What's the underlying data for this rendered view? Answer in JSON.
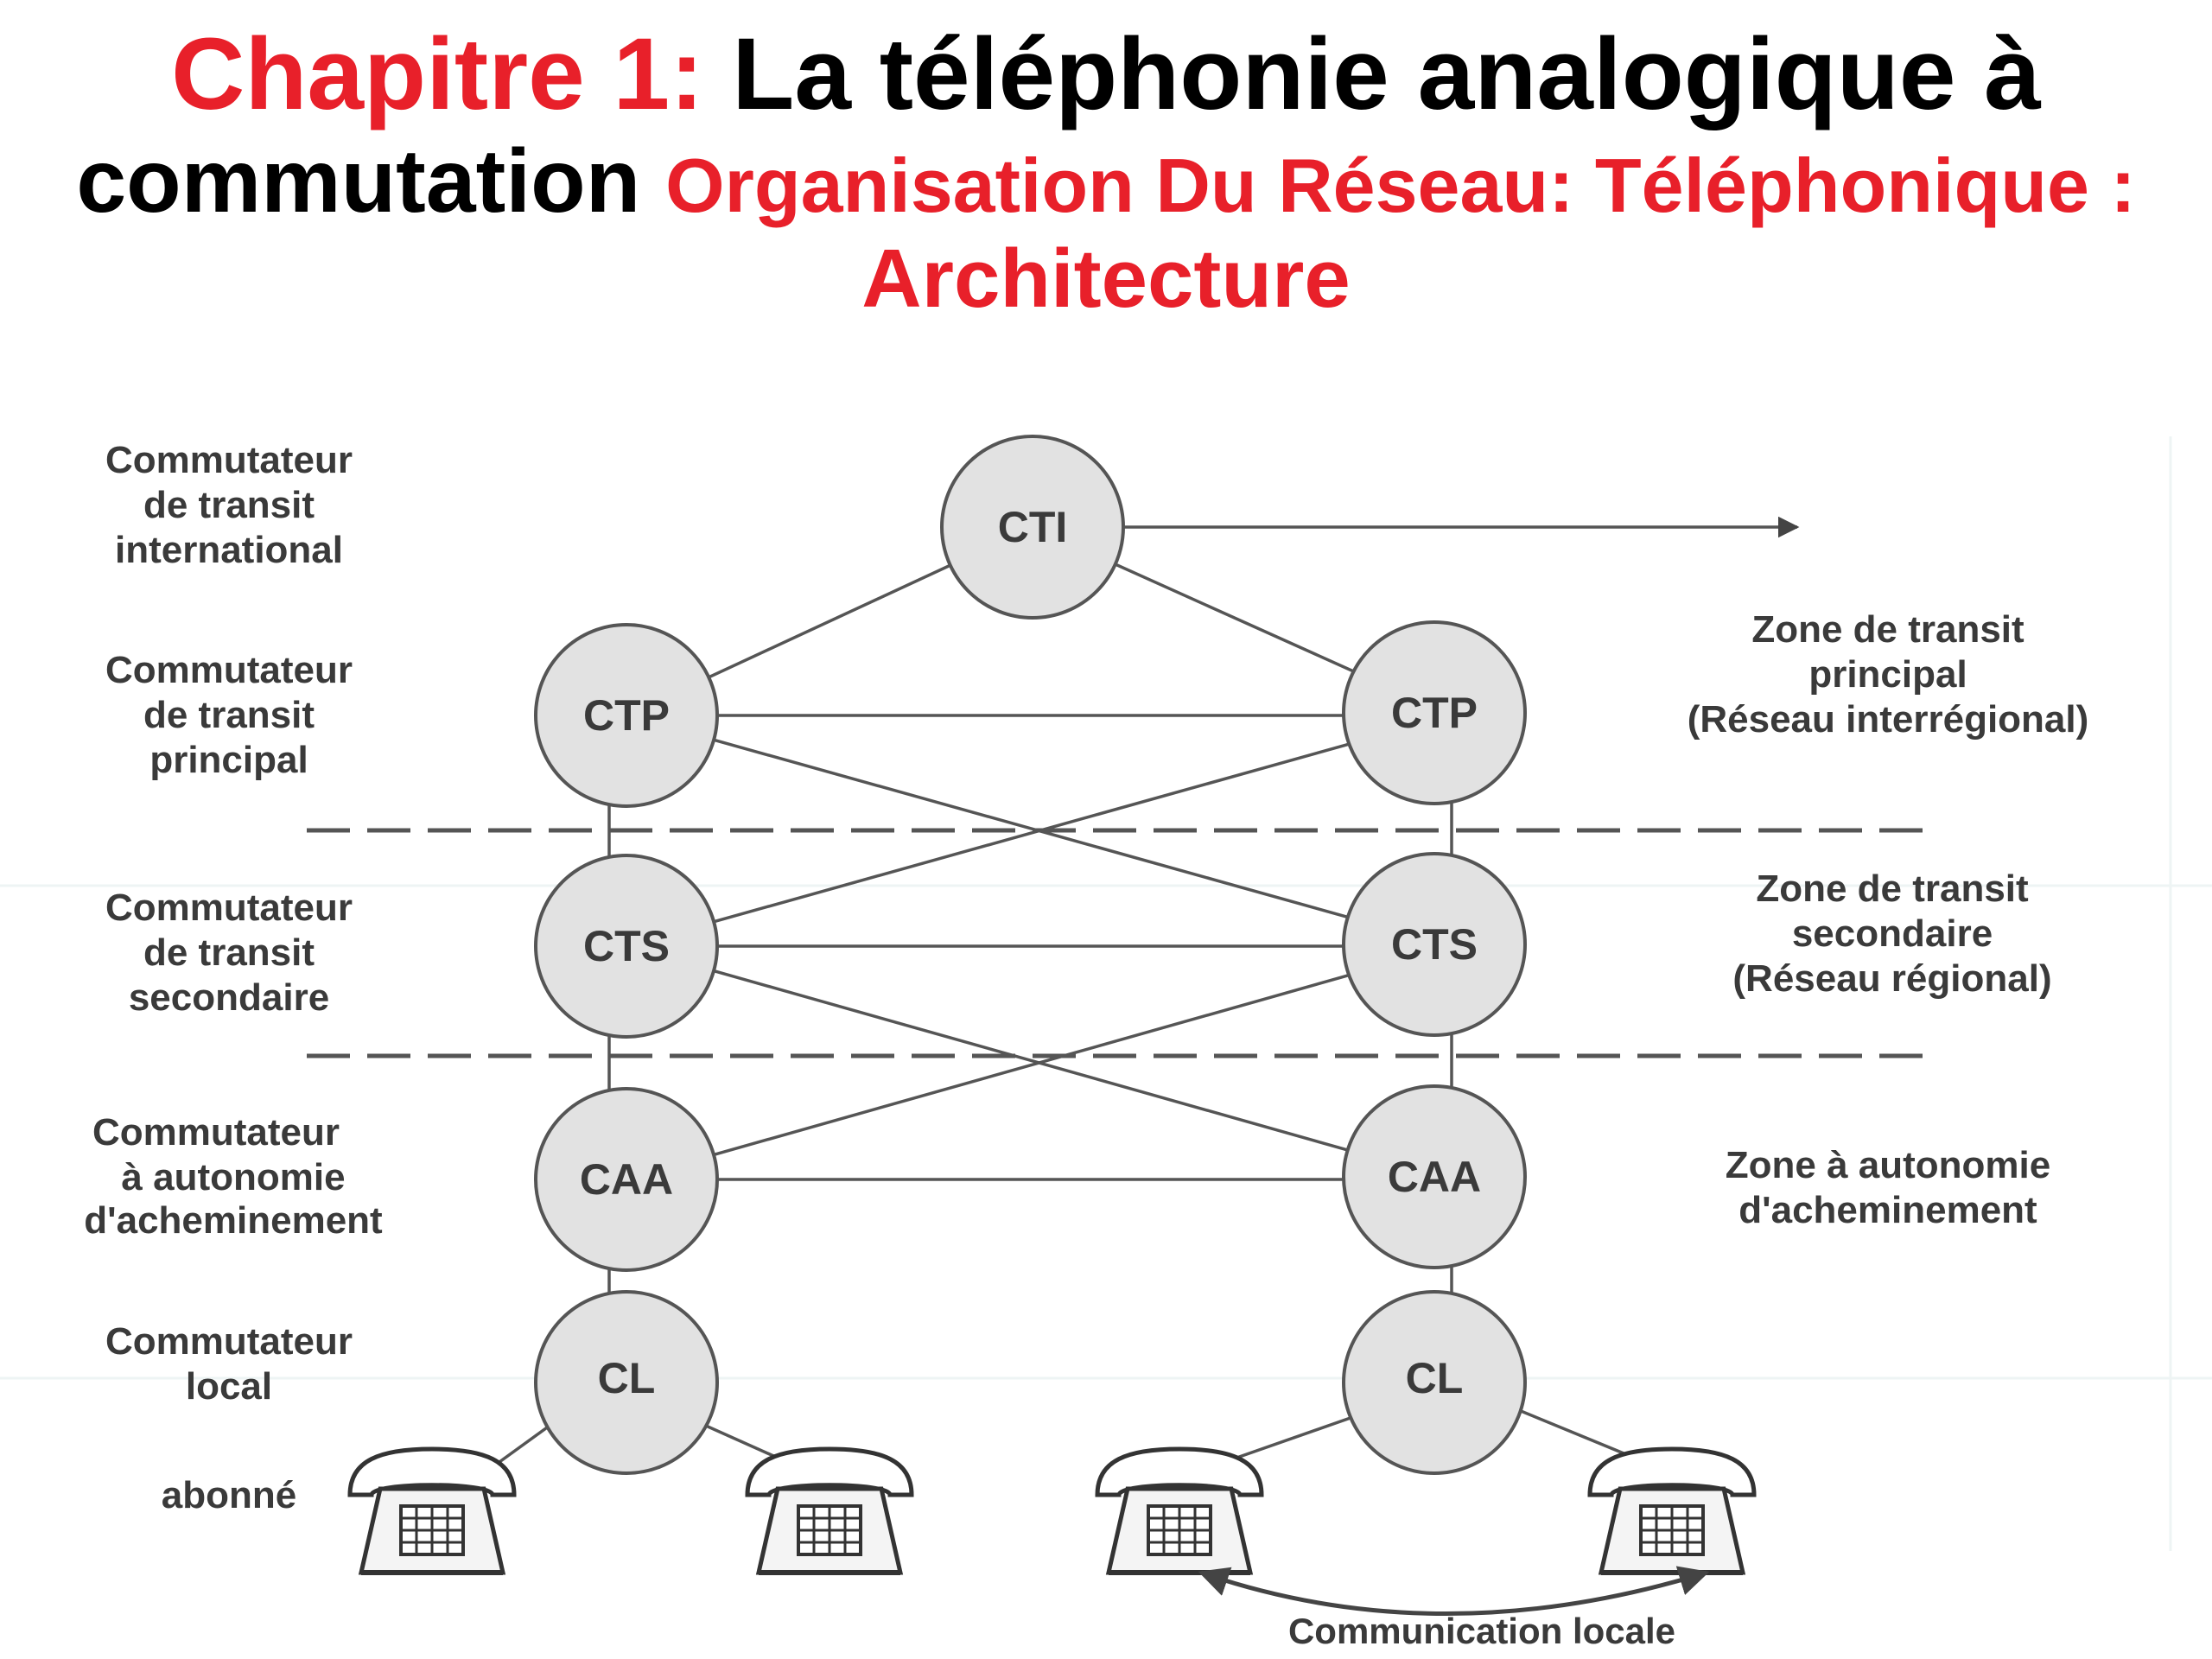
{
  "header": {
    "chapter": "Chapitre 1:",
    "title_part1": "La téléphonie analogique à",
    "title_part2": "commutation",
    "subtitle_part1": "Organisation Du Réseau: Téléphonique :",
    "subtitle_part2": "Architecture"
  },
  "levels": {
    "international": [
      "Commutateur",
      "de transit",
      "international"
    ],
    "principal": [
      "Commutateur",
      "de transit",
      "principal"
    ],
    "secondaire": [
      "Commutateur",
      "de transit",
      "secondaire"
    ],
    "autonomie": [
      "Commutateur",
      "à autonomie",
      "d'acheminement"
    ],
    "local": [
      "Commutateur",
      "local"
    ],
    "subscriber": "abonné"
  },
  "nodes": {
    "cti": "CTI",
    "ctp": "CTP",
    "cts": "CTS",
    "caa": "CAA",
    "cl": "CL"
  },
  "zones": {
    "principal": [
      "Zone de transit",
      "principal",
      "(Réseau interrégional)"
    ],
    "secondaire": [
      "Zone de transit",
      "secondaire",
      "(Réseau régional)"
    ],
    "autonomie": [
      "Zone à autonomie",
      "d'acheminement"
    ]
  },
  "local_communication": "Communication locale",
  "colors": {
    "accent_red": "#e8202a",
    "node_fill": "#e2e2e2",
    "line": "#555555",
    "text": "#3a3a3a"
  }
}
